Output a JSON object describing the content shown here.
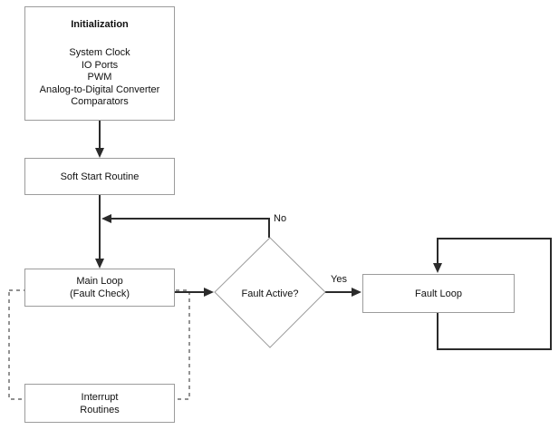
{
  "diagram": {
    "type": "flowchart",
    "nodes": {
      "initialization": {
        "title": "Initialization",
        "items": [
          "System Clock",
          "IO Ports",
          "PWM",
          "Analog-to-Digital Converter",
          "Comparators"
        ]
      },
      "soft_start": {
        "label": "Soft Start Routine"
      },
      "main_loop": {
        "lines": [
          "Main Loop",
          "(Fault Check)"
        ]
      },
      "decision": {
        "label": "Fault Active?",
        "shape": "diamond"
      },
      "fault_loop": {
        "label": "Fault Loop"
      },
      "interrupt": {
        "lines": [
          "Interrupt",
          "Routines"
        ]
      }
    },
    "edges": {
      "no_label": "No",
      "yes_label": "Yes",
      "connections": [
        {
          "from": "initialization",
          "to": "soft_start"
        },
        {
          "from": "soft_start",
          "to": "main_loop"
        },
        {
          "from": "main_loop",
          "to": "decision"
        },
        {
          "from": "decision",
          "to": "fault_loop",
          "label": "Yes"
        },
        {
          "from": "decision",
          "to": "main_loop",
          "label": "No"
        },
        {
          "from": "fault_loop",
          "to": "fault_loop",
          "label": ""
        }
      ]
    }
  },
  "colors": {
    "bg": "#ffffff",
    "line": "#2b2b2b",
    "box-border": "#9c9c9c",
    "dashed": "#4d4d4d",
    "text": "#111111"
  }
}
